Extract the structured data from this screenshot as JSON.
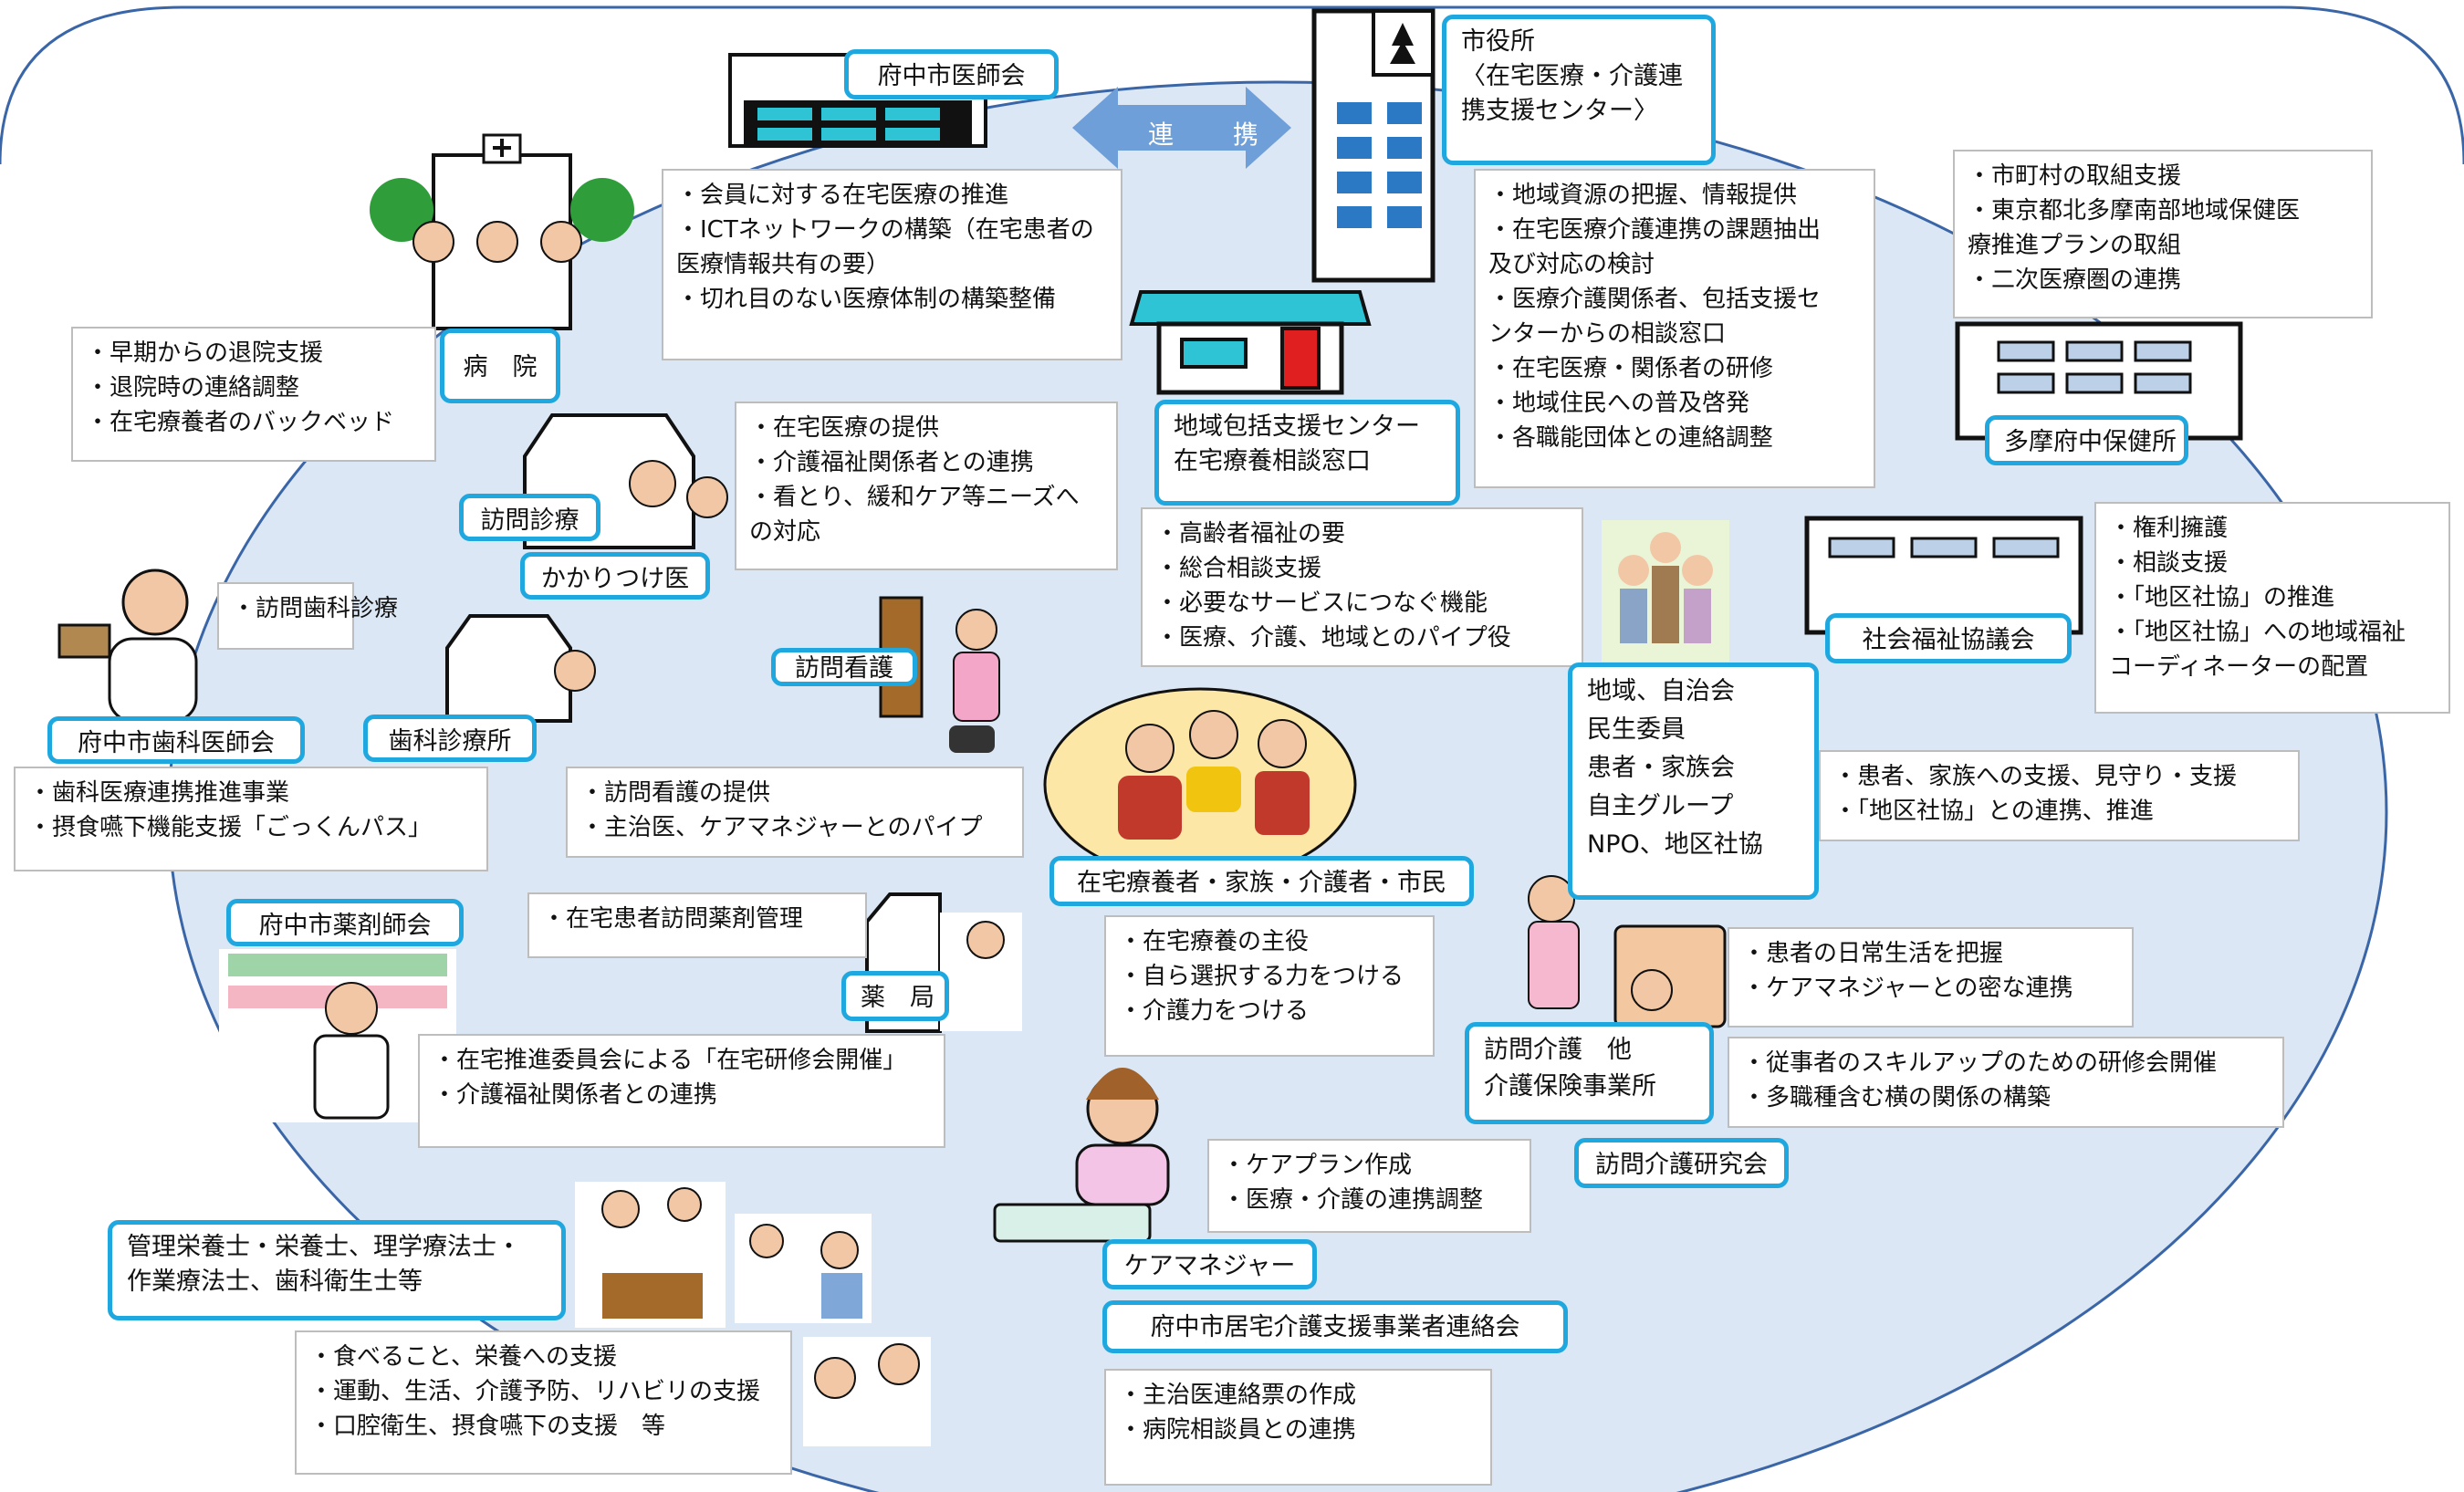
{
  "colors": {
    "ellipse_fill": "#dbe7f4",
    "ellipse_stroke": "#3a66a8",
    "label_border": "#1fa8df",
    "box_border": "#bdbdbd",
    "arrow_fill": "#6f9fd8"
  },
  "arrow": {
    "label": "連 携"
  },
  "labels": {
    "ishikai": "府中市医師会",
    "shiyakusho": [
      "市役所",
      "〈在宅医療・介護連",
      "携支援センター〉"
    ],
    "byoin": "病　院",
    "houkatsu": [
      "地域包括支援センター",
      "在宅療養相談窓口"
    ],
    "hokenjo": "多摩府中保健所",
    "houmon_shinryo": "訪問診療",
    "kakaritsuke": "かかりつけ医",
    "shafukukyo": "社会福祉協議会",
    "houmon_kango": "訪問看護",
    "shika_ishikai": "府中市歯科医師会",
    "shika_shinryojo": "歯科診療所",
    "chiiki": [
      "地域、自治会",
      "民生委員",
      "患者・家族会",
      "自主グループ",
      "NPO、地区社協"
    ],
    "zaitaku": "在宅療養者・家族・介護者・市民",
    "yakuzaishikai": "府中市薬剤師会",
    "yakkyoku": "薬　局",
    "houmon_kaigo": [
      "訪問介護　他",
      "介護保険事業所"
    ],
    "houmon_kaigo_kenkyukai": "訪問介護研究会",
    "kanri_eiyoushi": [
      "管理栄養士・栄養士、理学療法士・",
      "作業療法士、歯科衛生士等"
    ],
    "caremanager": "ケアマネジャー",
    "kyotaku": "府中市居宅介護支援事業者連絡会"
  },
  "boxes": {
    "ishikai": [
      "・会員に対する在宅医療の推進",
      "・ICTネットワークの構築（在宅患者の",
      "医療情報共有の要）",
      "・切れ目のない医療体制の構築整備"
    ],
    "shiyakusho": [
      "・地域資源の把握、情報提供",
      "・在宅医療介護連携の課題抽出",
      "及び対応の検討",
      "・医療介護関係者、包括支援セ",
      "ンターからの相談窓口",
      "・在宅医療・関係者の研修",
      "・地域住民への普及啓発",
      "・各職能団体との連絡調整"
    ],
    "hokenjo": [
      "・市町村の取組支援",
      "・東京都北多摩南部地域保健医",
      "療推進プランの取組",
      "・二次医療圏の連携"
    ],
    "byoin": [
      "・早期からの退院支援",
      "・退院時の連絡調整",
      "・在宅療養者のバックベッド"
    ],
    "kakaritsuke": [
      "・在宅医療の提供",
      "・介護福祉関係者との連携",
      "・看とり、緩和ケア等ニーズへ",
      "の対応"
    ],
    "houkatsu": [
      "・高齢者福祉の要",
      "・総合相談支援",
      "・必要なサービスにつなぐ機能",
      "・医療、介護、地域とのパイプ役"
    ],
    "shafukukyo": [
      "・権利擁護",
      "・相談支援",
      "・「地区社協」の推進",
      "・「地区社協」への地域福祉",
      "コーディネーターの配置"
    ],
    "shika_houmon": [
      "・訪問歯科診療"
    ],
    "shika_ishikai": [
      "・歯科医療連携推進事業",
      "・摂食嚥下機能支援「ごっくんパス」"
    ],
    "houmon_kango": [
      "・訪問看護の提供",
      "・主治医、ケアマネジャーとのパイプ"
    ],
    "chiiki": [
      "・患者、家族への支援、見守り・支援",
      "・「地区社協」との連携、推進"
    ],
    "yakkyoku": [
      "・在宅患者訪問薬剤管理"
    ],
    "zaitaku": [
      "・在宅療養の主役",
      "・自ら選択する力をつける",
      "・介護力をつける"
    ],
    "houmon_kaigo": [
      "・患者の日常生活を把握",
      "・ケアマネジャーとの密な連携"
    ],
    "yakuzaishikai": [
      "・在宅推進委員会による「在宅研修会開催」",
      "・介護福祉関係者との連携"
    ],
    "kenkyukai": [
      "・従事者のスキルアップのための研修会開催",
      "・多職種含む横の関係の構築"
    ],
    "caremanager": [
      "・ケアプラン作成",
      "・医療・介護の連携調整"
    ],
    "eiyoushi": [
      "・食べること、栄養への支援",
      "・運動、生活、介護予防、リハビリの支援",
      "・口腔衛生、摂食嚥下の支援　等"
    ],
    "kyotaku": [
      "・主治医連絡票の作成",
      "・病院相談員との連携"
    ]
  }
}
